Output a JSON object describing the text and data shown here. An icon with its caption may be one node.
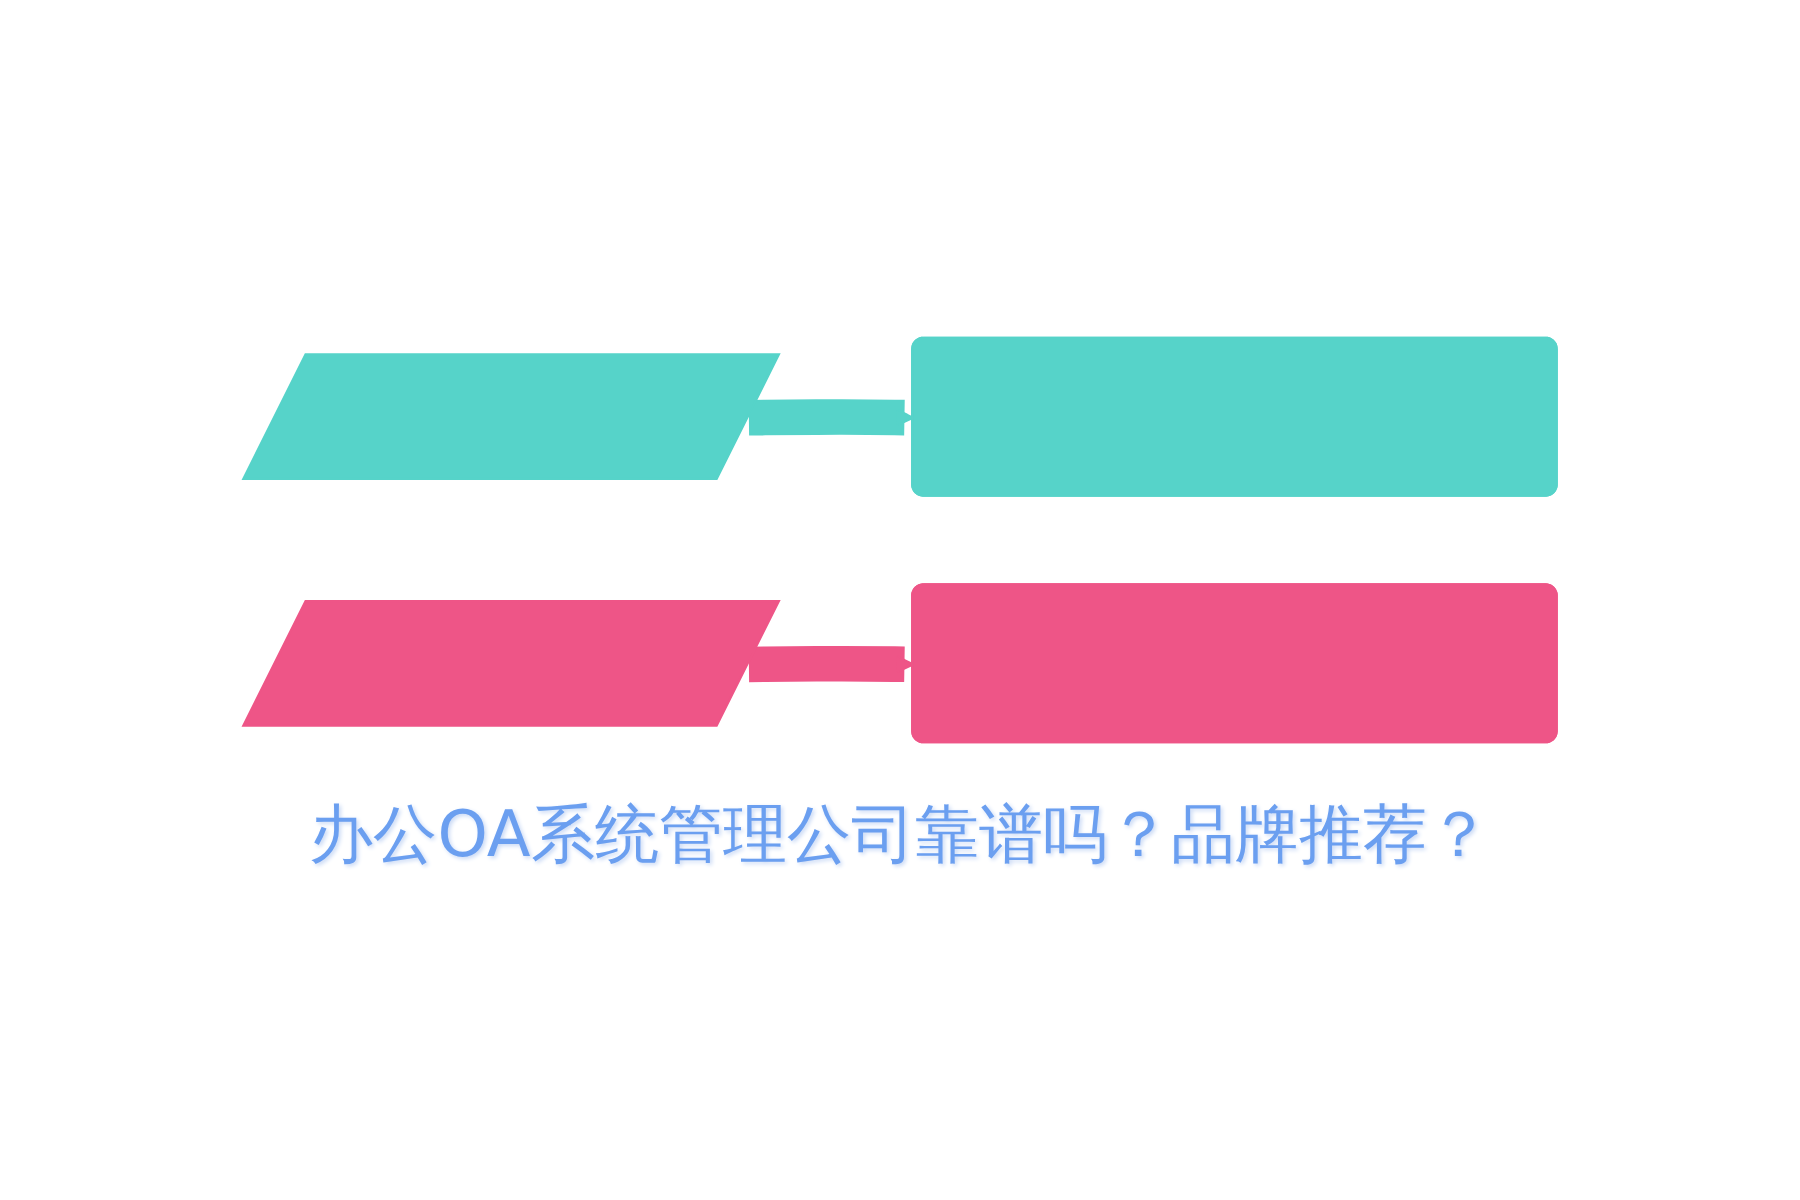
{
  "diagram": {
    "title": "办公OA系统管理公司靠谱吗？品牌推荐？",
    "nodes": [
      {
        "text": [],
        "shape": "parallelogram"
      },
      {
        "text": [],
        "shape": "box"
      },
      {
        "text": [],
        "shape": "parallelogram"
      },
      {
        "text": [],
        "shape": "box"
      }
    ],
    "edges": [
      {
        "from": 0,
        "to": 1,
        "arrow": "to",
        "color": "#56d3c9"
      },
      {
        "from": 2,
        "to": 3,
        "arrow": "to",
        "color": "#ee5587"
      }
    ]
  }
}
